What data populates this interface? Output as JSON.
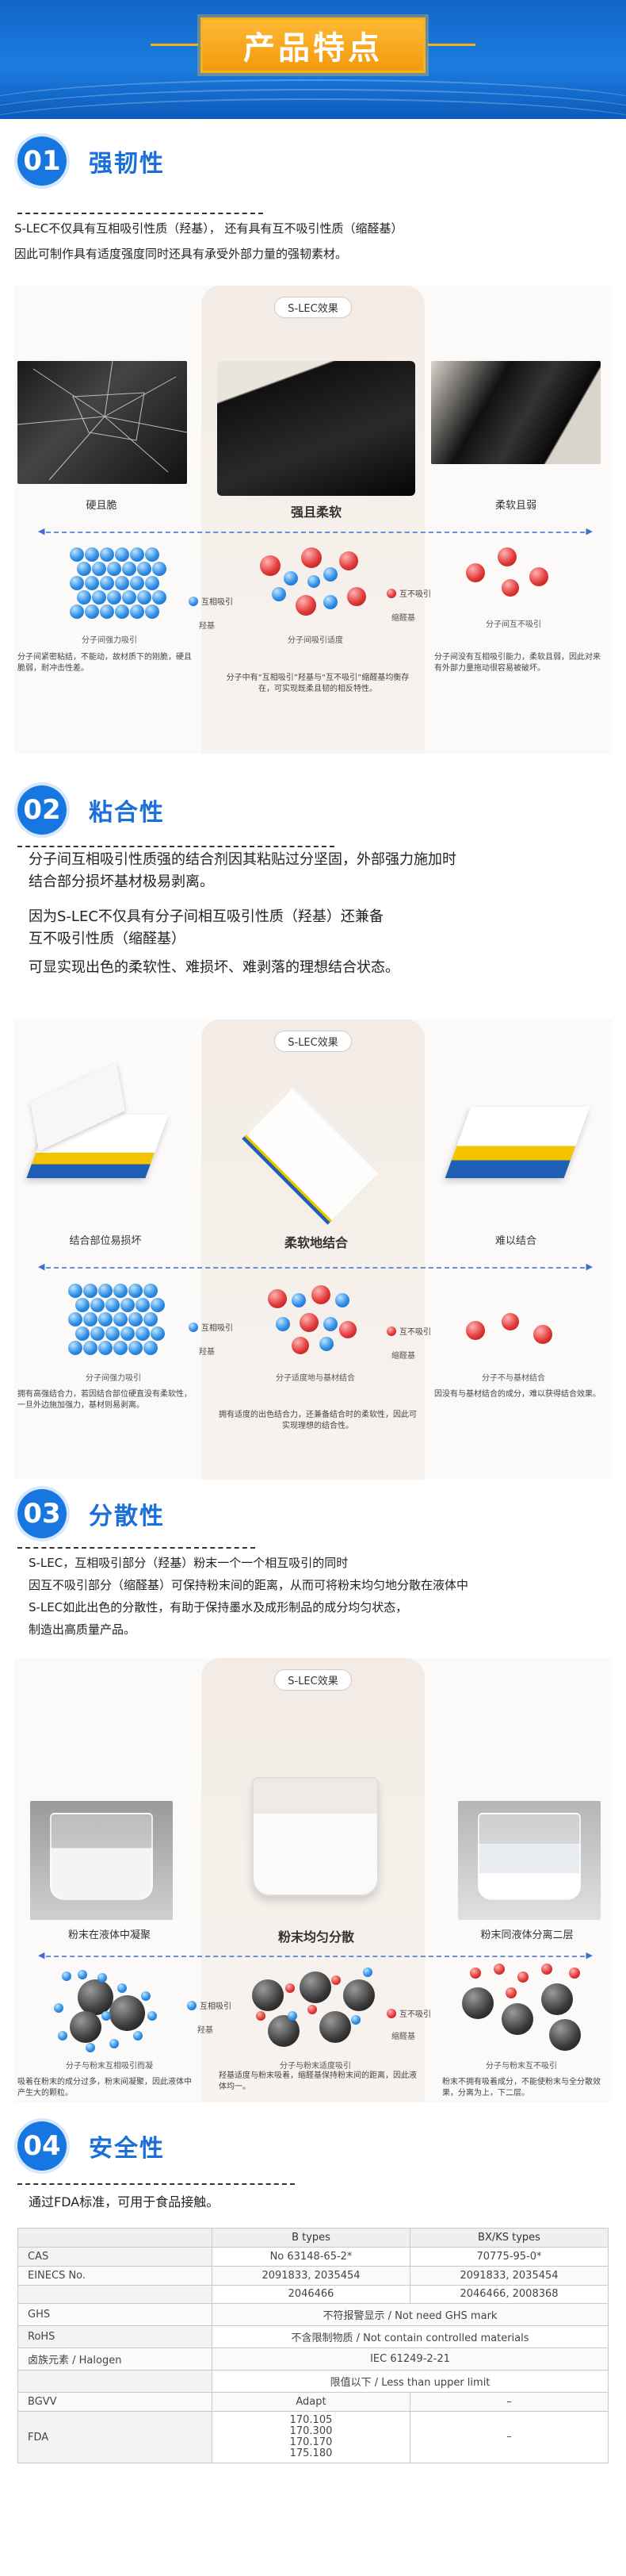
{
  "header": {
    "title": "产品特点"
  },
  "sections": [
    {
      "num": "01",
      "title": "强韧性",
      "text": [
        "S-LEC不仅具有互相吸引性质（羟基）， 还有具有互不吸引性质（缩醛基）",
        "因此可制作具有适度强度同时还具有承受外部力量的强韧素材。"
      ],
      "figure": {
        "badge": "S-LEC效果",
        "left_label": "硬且脆",
        "center_label": "强且柔软",
        "right_label": "柔软且弱",
        "left_legend": "分子间强力吸引",
        "center_legend1": "互相吸引",
        "center_legend2": "羟基",
        "center_legend3": "分子间吸引适度",
        "right_legend1": "互不吸引",
        "right_legend2": "缩醛基",
        "right_legend3": "分子间互不吸引",
        "left_note": "分子间紧密粘结，不能动，故材质下的刚脆，硬且脆弱，耐冲击性差。",
        "center_note": "分子中有“互相吸引”羟基与“互不吸引”缩醛基均衡存在，可实现既柔且韧的相反特性。",
        "right_note": "分子间没有互相吸引能力，柔软且弱，因此对来有外部力量拖动很容易被破坏。"
      }
    },
    {
      "num": "02",
      "title": "粘合性",
      "text": [
        "分子间互相吸引性质强的结合剂因其粘贴过分坚固，外部强力施加时",
        "结合部分损坏基材极易剥离。",
        "因为S-LEC不仅具有分子间相互吸引性质（羟基）还兼备",
        "互不吸引性质（缩醛基）",
        "可显实现出色的柔软性、难损坏、难剥落的理想结合状态。"
      ],
      "figure": {
        "badge": "S-LEC效果",
        "left_label": "结合部位易损坏",
        "center_label": "柔软地结合",
        "right_label": "难以结合",
        "left_legend": "分子间强力吸引",
        "center_legend1": "互相吸引",
        "center_legend2": "羟基",
        "center_legend3": "分子适度地与基材结合",
        "right_legend1": "互不吸引",
        "right_legend2": "缩醛基",
        "right_legend3": "分子不与基材结合",
        "left_note": "拥有高强结合力，若因结合部位硬直没有柔软性，一旦外边施加强力，基材则易剥离。",
        "center_note": "拥有适度的出色结合力，还兼备结合时的柔软性，因此可实现理想的结合性。",
        "right_note": "因没有与基材结合的成分，难以获得结合效果。"
      }
    },
    {
      "num": "03",
      "title": "分散性",
      "text": [
        "S-LEC，互相吸引部分（羟基）粉末一个一个相互吸引的同时",
        "因互不吸引部分（缩醛基）可保持粉末间的距离，从而可将粉末均匀地分散在液体中",
        "S-LEC如此出色的分散性，有助于保持墨水及成形制品的成分均匀状态，",
        "制造出高质量产品。"
      ],
      "figure": {
        "badge": "S-LEC效果",
        "left_label": "粉末在液体中凝聚",
        "center_label": "粉末均匀分散",
        "right_label": "粉末同液体分离二层",
        "left_legend": "分子与粉末互相吸引而凝",
        "center_legend1": "互相吸引",
        "center_legend2": "羟基",
        "center_legend3": "分子与粉末适度吸引",
        "right_legend1": "互不吸引",
        "right_legend2": "缩醛基",
        "right_legend3": "分子与粉末互不吸引",
        "left_note": "吸着在粉末的成分过多，粉末间凝聚，因此液体中产生大的颗粒。",
        "center_note": "羟基适度与粉末吸着，缩醛基保持粉末间的距离，因此液体均一。",
        "right_note": "粉末不拥有吸着成分，不能使粉末与全分散效果，分离为上，下二层。"
      }
    },
    {
      "num": "04",
      "title": "安全性",
      "text": [
        "通过FDA标准，可用于食品接触。"
      ]
    }
  ],
  "table": {
    "headers": [
      "",
      "B types",
      "BX/KS types"
    ],
    "rows": [
      {
        "label": "CAS",
        "b": "No 63148-65-2*",
        "bx": "70775-95-0*"
      },
      {
        "label": "EINECS No.",
        "b": "2091833, 2035454",
        "bx": "2091833, 2035454"
      },
      {
        "label": "",
        "b": "2046466",
        "bx": "2046466, 2008368"
      },
      {
        "label": "GHS",
        "span": "不符报警显示 / Not need GHS mark"
      },
      {
        "label": "RoHS",
        "span": "不含限制物质 / Not contain controlled materials"
      },
      {
        "label": "卤族元素 / Halogen",
        "span": "IEC 61249-2-21"
      },
      {
        "label": "",
        "span": "限值以下 / Less than upper limit"
      },
      {
        "label": "BGVV",
        "b": "Adapt",
        "bx": "–"
      },
      {
        "label": "FDA",
        "b": "170.105\n170.300\n170.170\n175.180",
        "bx": "–"
      }
    ]
  }
}
